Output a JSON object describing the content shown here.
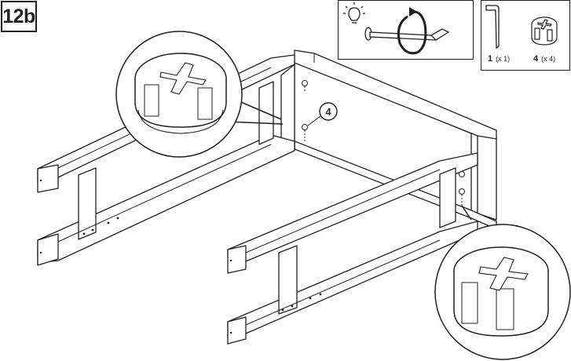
{
  "step": {
    "label": "12b"
  },
  "callout": {
    "label": "4"
  },
  "parts": [
    {
      "icon": "allen-key-icon",
      "number": "1",
      "multiplier": "(x 1)"
    },
    {
      "icon": "cam-lock-icon",
      "number": "4",
      "multiplier": "(x 4)"
    }
  ],
  "tool_hint": {
    "icons": [
      "lightbulb-icon",
      "screwdriver-icon",
      "rotate-clockwise-icon"
    ]
  }
}
